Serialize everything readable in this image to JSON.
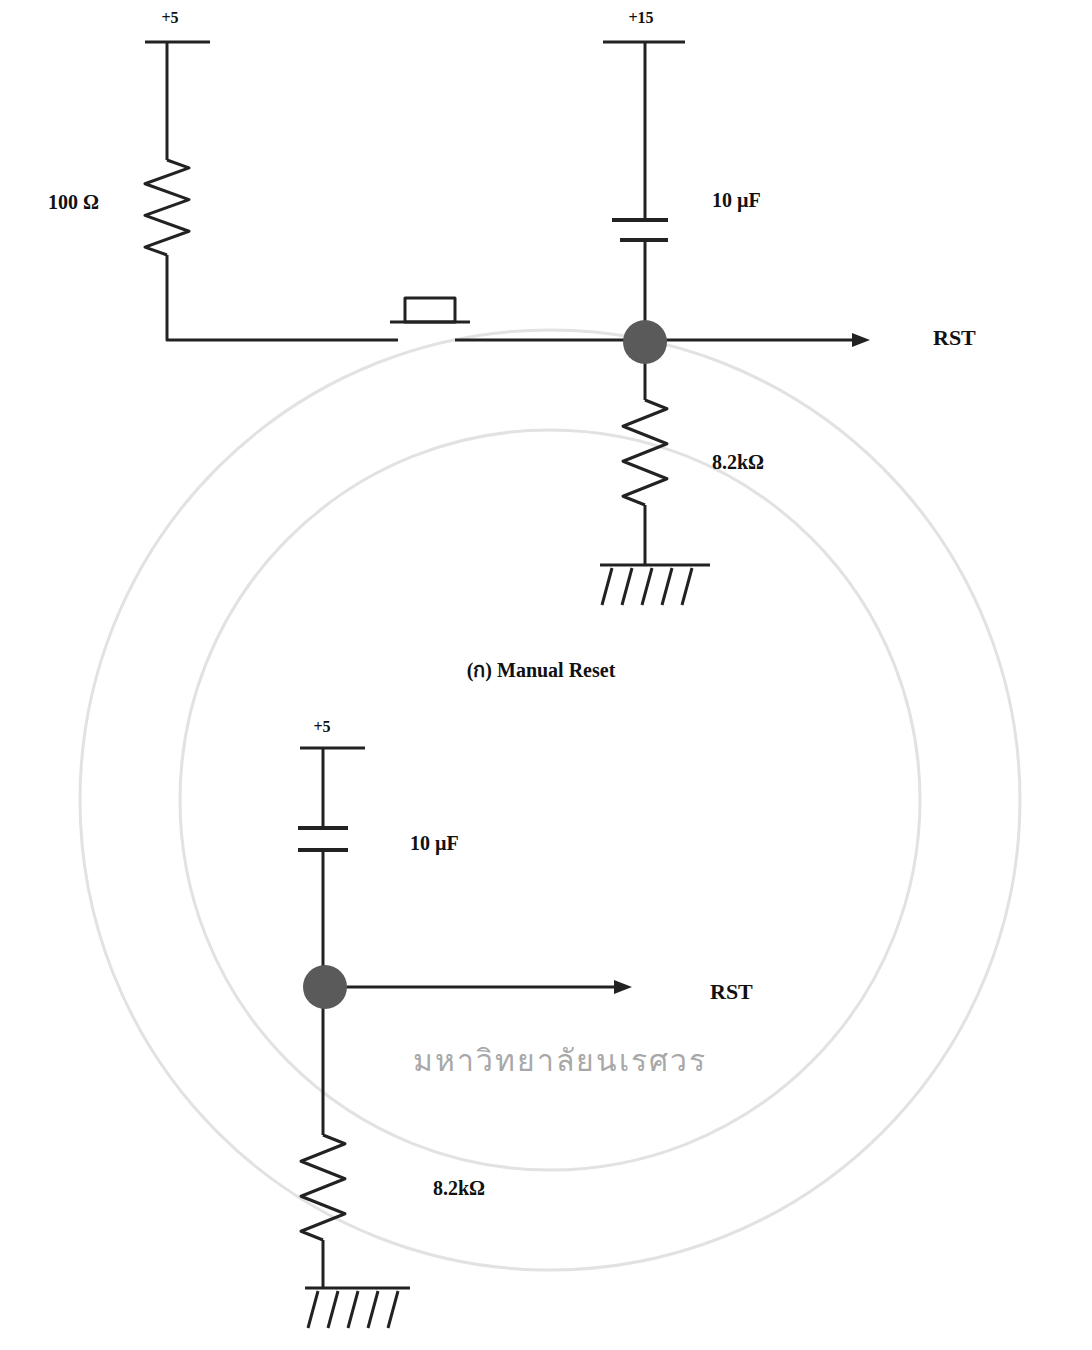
{
  "diagram": {
    "labels": [
      "+5",
      "100 Ω",
      "+15",
      "10 µF",
      "RST",
      "8.2kΩ",
      "(ก) Manual Reset",
      "+5",
      "10 µF",
      "RST",
      "8.2kΩ",
      "มหาวิทยาลัยนเรศวร"
    ]
  }
}
